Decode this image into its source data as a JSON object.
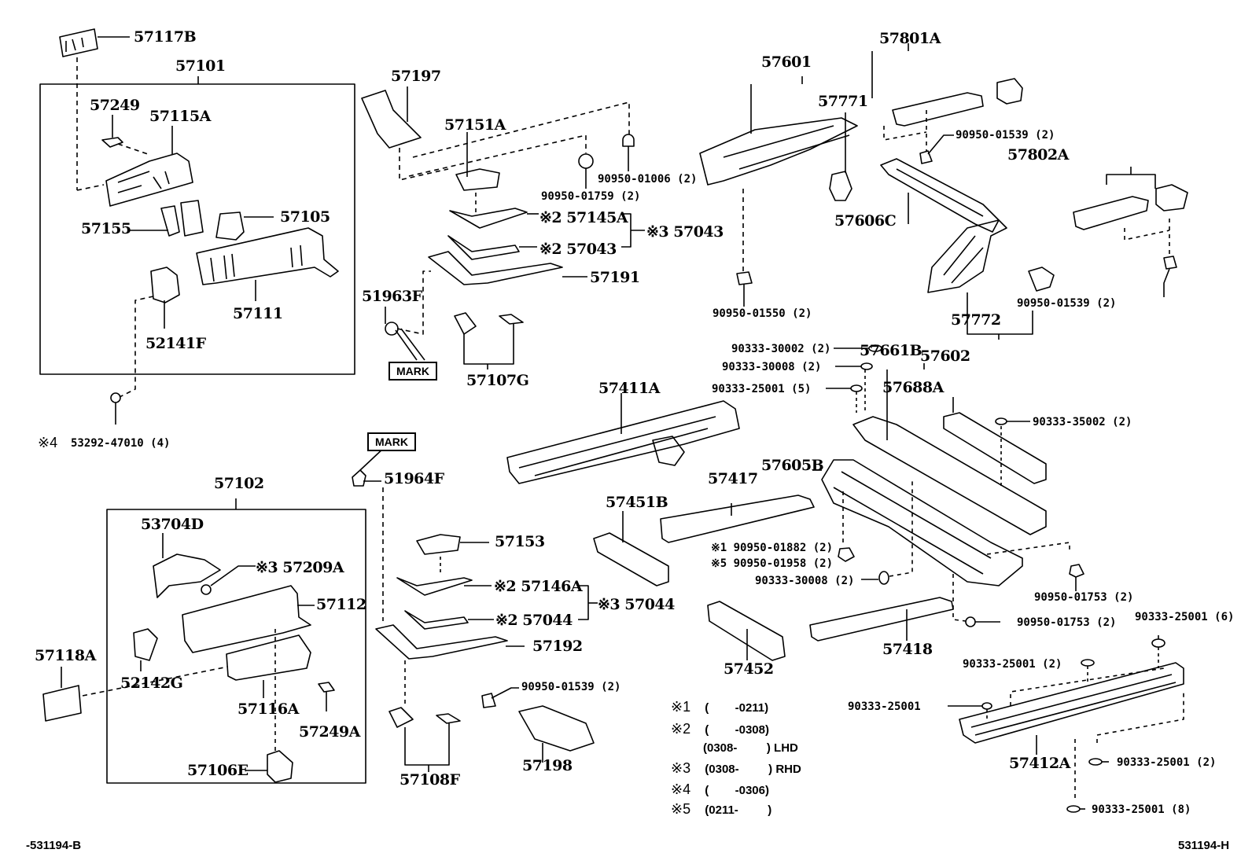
{
  "diagram": {
    "title": "Front/Rear Floor Side Member Parts Diagram",
    "codes": {
      "left": "-531194-B",
      "right": "531194-H"
    },
    "mark_label": "MARK",
    "groups": {
      "g57101": "57101",
      "g57102": "57102"
    },
    "parts": {
      "p57117B": "57117B",
      "p57101": "57101",
      "p57249": "57249",
      "p57115A": "57115A",
      "p57155": "57155",
      "p57105": "57105",
      "p57111": "57111",
      "p52141F": "52141F",
      "p53292": "53292-47010 (4)",
      "p53292_note": "※4",
      "p57197": "57197",
      "p57151A": "57151A",
      "p90950_01759": "90950-01759 (2)",
      "p90950_01006": "90950-01006 (2)",
      "p57145A": "※2 57145A",
      "p57043_a": "※2 57043",
      "p57043_b": "※3 57043",
      "p57191": "57191",
      "p51963F": "51963F",
      "p57107G": "57107G",
      "p57601": "57601",
      "p57771": "57771",
      "p57801A": "57801A",
      "p90950_01539_a": "90950-01539 (2)",
      "p57802A": "57802A",
      "p57606C": "57606C",
      "p90950_01550": "90950-01550 (2)",
      "p57772": "57772",
      "p90950_01539_b": "90950-01539 (2)",
      "p57602": "57602",
      "p90333_30002": "90333-30002 (2)",
      "p90333_30008_a": "90333-30008 (2)",
      "p90333_25001_5": "90333-25001 (5)",
      "p57661B": "57661B",
      "p57688A": "57688A",
      "p90333_35002": "90333-35002 (2)",
      "p57411A": "57411A",
      "p57605B": "57605B",
      "p57417": "57417",
      "p90950_01882": "※1 90950-01882 (2)",
      "p90950_01958": "※5 90950-01958 (2)",
      "p90333_30008_b": "90333-30008 (2)",
      "p90950_01753_a": "90950-01753 (2)",
      "p90950_01753_b": "90950-01753 (2)",
      "p90333_25001_6": "90333-25001 (6)",
      "p57451B": "57451B",
      "p57452": "57452",
      "p57418": "57418",
      "p90333_25001_2a": "90333-25001 (2)",
      "p90333_25001": "90333-25001",
      "p57412A": "57412A",
      "p90333_25001_2b": "90333-25001 (2)",
      "p90333_25001_8": "90333-25001 (8)",
      "p51964F": "51964F",
      "p57102": "57102",
      "p53704D": "53704D",
      "p57209A": "※3 57209A",
      "p57112": "57112",
      "p52142G": "52142G",
      "p57116A": "57116A",
      "p57249A": "57249A",
      "p57118A": "57118A",
      "p57106E": "57106E",
      "p57153": "57153",
      "p57146A": "※2 57146A",
      "p57044_a": "※2 57044",
      "p57044_b": "※3 57044",
      "p57192": "57192",
      "p90950_01539_c": "90950-01539 (2)",
      "p57108F": "57108F",
      "p57198": "57198"
    },
    "notes": [
      {
        "mark": "※1",
        "range": "(        -0211)",
        "suffix": ""
      },
      {
        "mark": "※2",
        "range": "(        -0308)",
        "suffix": ""
      },
      {
        "mark": "",
        "range": "(0308-         )",
        "suffix": "LHD"
      },
      {
        "mark": "※3",
        "range": "(0308-         )",
        "suffix": "RHD"
      },
      {
        "mark": "※4",
        "range": "(        -0306)",
        "suffix": ""
      },
      {
        "mark": "※5",
        "range": "(0211-         )",
        "suffix": ""
      }
    ]
  }
}
